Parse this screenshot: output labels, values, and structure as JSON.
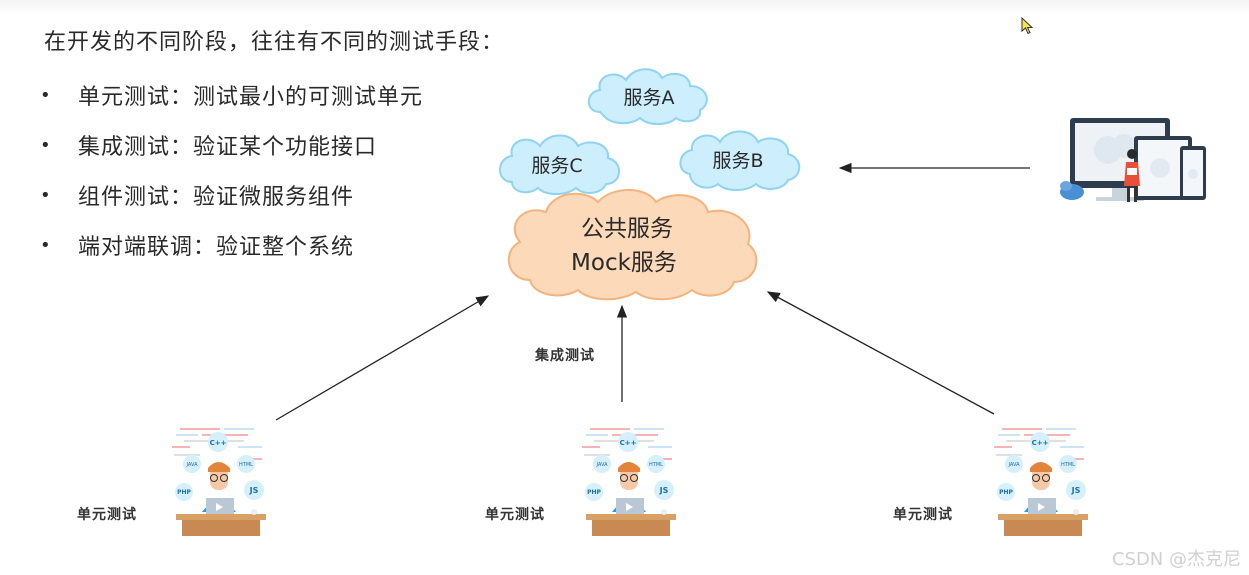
{
  "heading": "在开发的不同阶段，往往有不同的测试手段：",
  "bullets": [
    "单元测试：测试最小的可测试单元",
    "集成测试：验证某个功能接口",
    "组件测试：验证微服务组件",
    "端对端联调：验证整个系统"
  ],
  "bullet_symbol": "•",
  "services": {
    "a": "服务A",
    "b": "服务B",
    "c": "服务C",
    "public_line1": "公共服务",
    "public_line2": "Mock服务"
  },
  "labels": {
    "integration": "集成测试",
    "unit_left": "单元测试",
    "unit_center": "单元测试",
    "unit_right": "单元测试"
  },
  "dev_badges": {
    "cpp": "C++",
    "java": "JAVA",
    "html": "HTML",
    "php": "PHP",
    "js": "JS"
  },
  "watermark": "CSDN @杰克尼",
  "colors": {
    "blue_cloud_fill": "#cdeefc",
    "blue_cloud_stroke": "#8fd3f2",
    "orange_cloud_fill": "#fcd9b8",
    "orange_cloud_stroke": "#f4b37c",
    "arrow": "#222222"
  }
}
